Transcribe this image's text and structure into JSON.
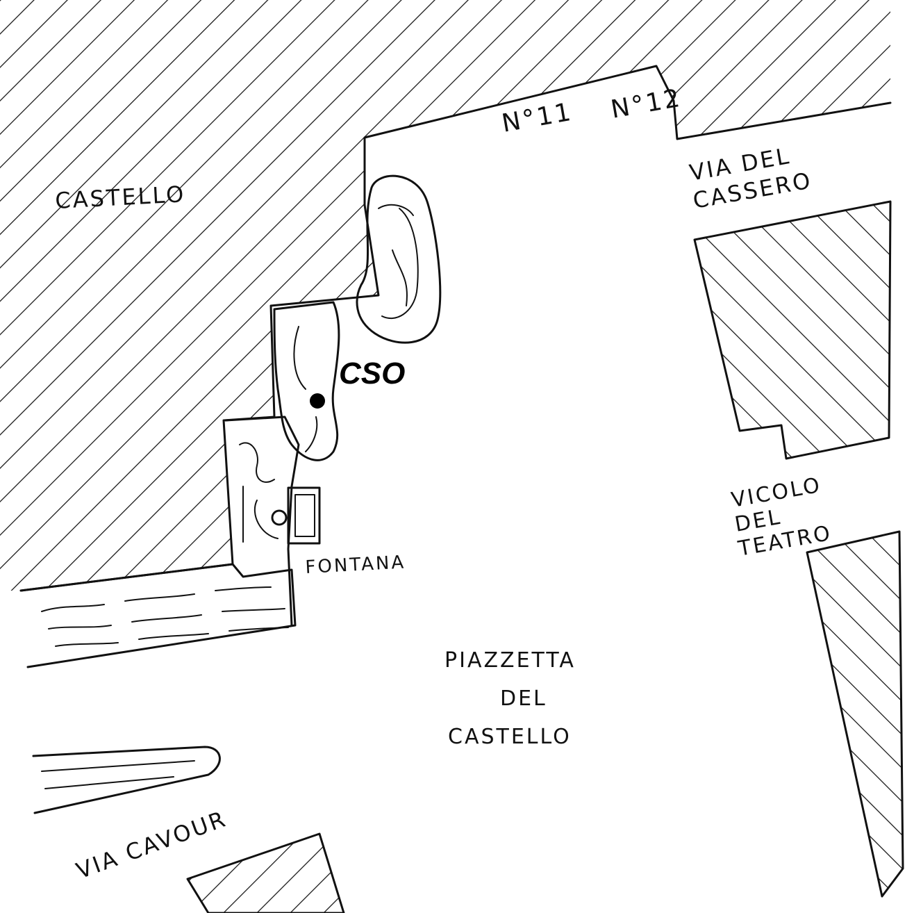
{
  "labels": {
    "castello": "CASTELLO",
    "house_11": "N°11",
    "house_12": "N°12",
    "via_del_cassero_1": "VIA DEL",
    "via_del_cassero_2": "CASSERO",
    "vicolo_1": "VICOLO",
    "vicolo_2": "DEL",
    "vicolo_3": "TEATRO",
    "fontana": "FONTANA",
    "piazzetta_1": "PIAZZETTA",
    "piazzetta_2": "DEL",
    "piazzetta_3": "CASTELLO",
    "via_cavour": "VIA CAVOUR",
    "site_code": "CSO"
  },
  "colors": {
    "ink": "#111111",
    "paper": "#ffffff",
    "marker": "#000000"
  }
}
